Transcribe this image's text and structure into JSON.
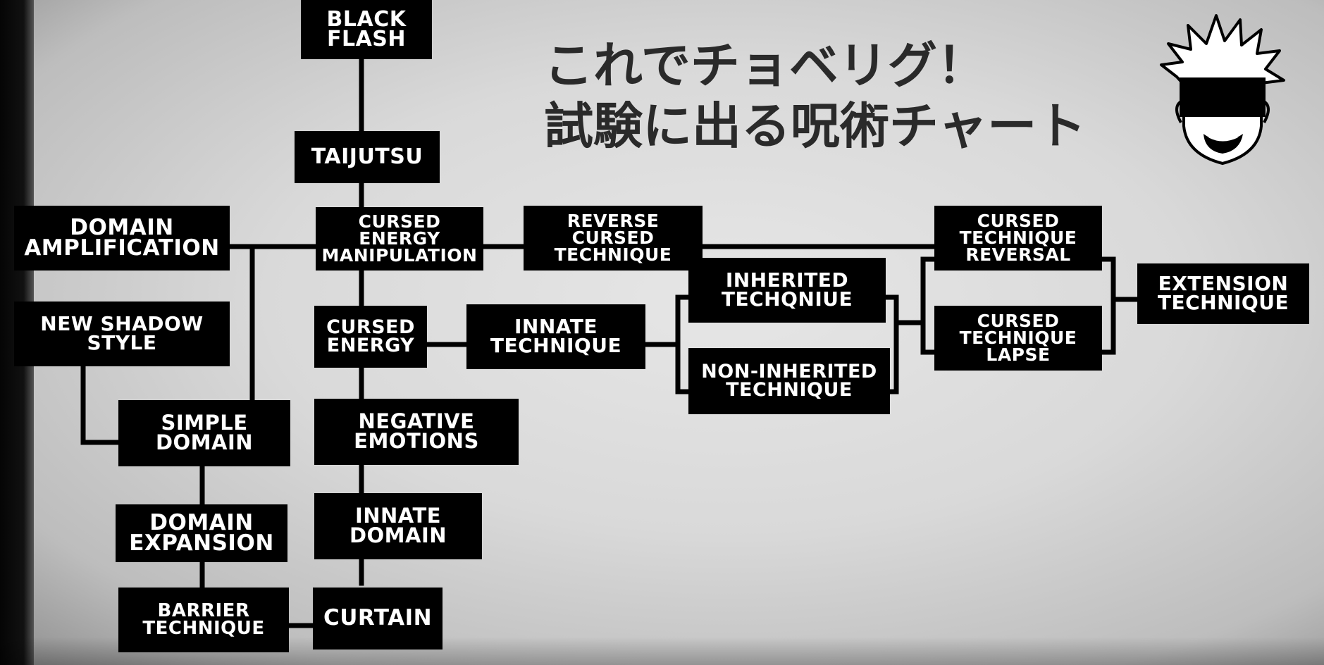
{
  "title": "これでチョベリグ！\n試験に出る呪術チャート",
  "colors": {
    "node_fill": "#000000",
    "node_text": "#ffffff",
    "line": "#000000",
    "title": "#2a2a2a"
  },
  "avatar": {
    "icon": "character-face-icon"
  },
  "nodes": {
    "black_flash": "BLACK\nFLASH",
    "taijutsu": "TAIJUTSU",
    "cursed_energy_manipulation": "CURSED\nENERGY\nMANIPULATION",
    "domain_amplification": "DOMAIN\nAMPLIFICATION",
    "new_shadow_style": "NEW SHADOW\nSTYLE",
    "simple_domain": "SIMPLE\nDOMAIN",
    "domain_expansion": "DOMAIN\nEXPANSION",
    "barrier_technique": "BARRIER\nTECHNIQUE",
    "curtain": "CURTAIN",
    "cursed_energy": "CURSED\nENERGY",
    "negative_emotions": "NEGATIVE\nEMOTIONS",
    "innate_domain": "INNATE\nDOMAIN",
    "innate_technique": "INNATE\nTECHNIQUE",
    "reverse_cursed_technique": "REVERSE\nCURSED\nTECHNIQUE",
    "inherited_technique": "INHERITED\nTECHQNIUE",
    "non_inherited_technique": "NON-INHERITED\nTECHNIQUE",
    "cursed_technique_reversal": "CURSED\nTECHNIQUE\nREVERSAL",
    "cursed_technique_lapse": "CURSED\nTECHNIQUE\nLAPSE",
    "extension_technique": "EXTENSION\nTECHNIQUE"
  }
}
